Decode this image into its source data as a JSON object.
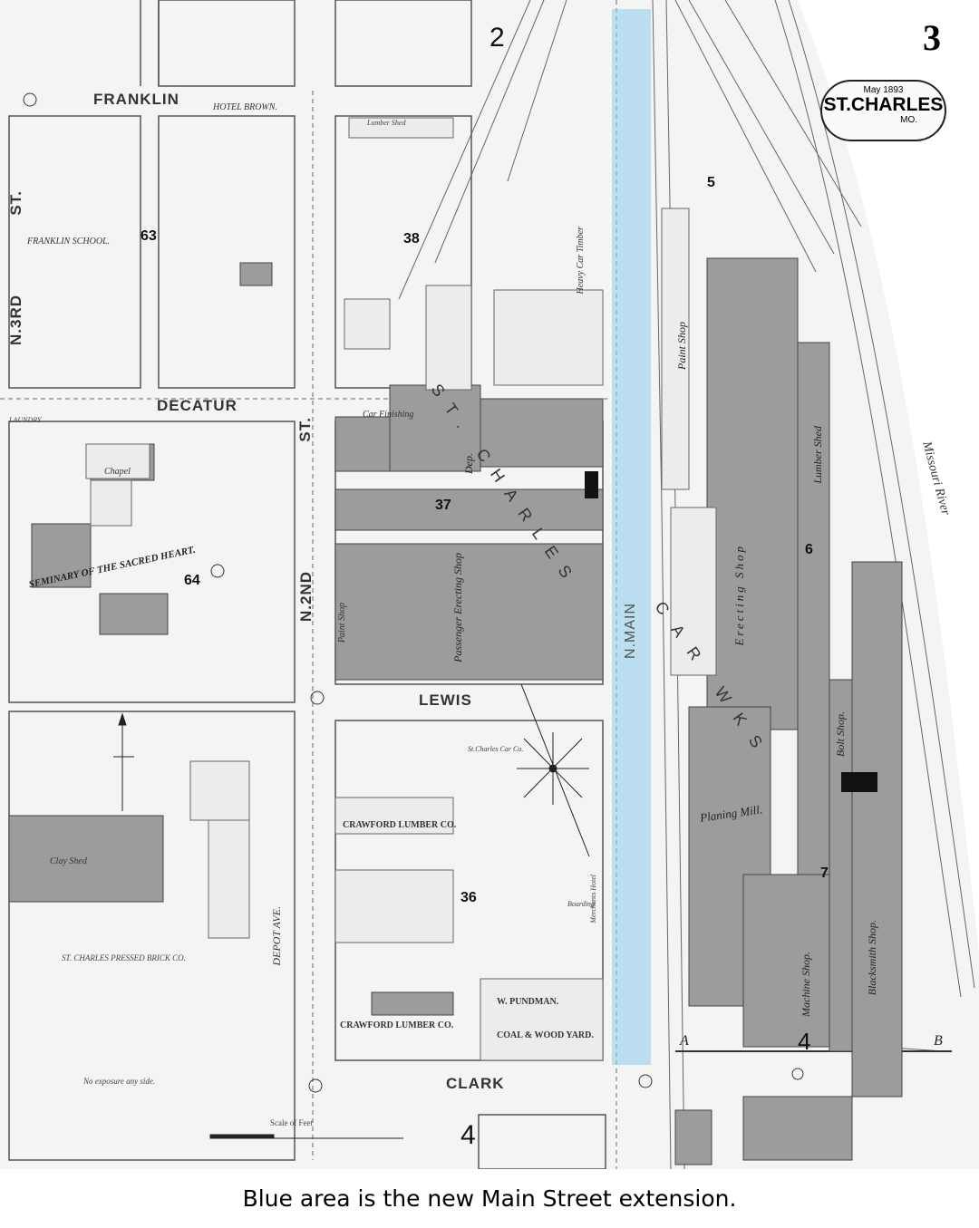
{
  "caption": "Blue area is the new Main Street extension.",
  "map": {
    "sheet_number": "3",
    "badge": {
      "date": "May 1893",
      "city": "ST.CHARLES",
      "state": "MO."
    },
    "highlight_color": "#8ccdf0",
    "streets": {
      "franklin": "FRANKLIN",
      "decatur": "DECATUR",
      "lewis": "LEWIS",
      "clark": "CLARK",
      "n3rd": "N.3RD",
      "st_left": "ST.",
      "st_mid": "ST.",
      "n2nd": "N.2ND",
      "n_main": "N.MAIN",
      "depot_ave": "DEPOT AVE.",
      "missouri_river": "Missouri River"
    },
    "blocks": [
      "63",
      "38",
      "37",
      "64",
      "36",
      "5",
      "6",
      "7",
      "4",
      "2",
      "4"
    ],
    "labels": {
      "hotel_brown": "HOTEL BROWN.",
      "franklin_school": "FRANKLIN SCHOOL.",
      "seminary": "SEMINARY OF THE SACRED HEART.",
      "chapel": "Chapel",
      "laundry": "LAUNDRY",
      "lumber_shed": "Lumber Shed",
      "car_finishing": "Car Finishing",
      "passenger_shop": "Passenger Erecting Shop",
      "paint_shop": "Paint Shop",
      "st_charles": "ST. CHARLES",
      "dep": "Dep.",
      "car_works": "CAR WKS",
      "erecting_shop": "Erecting Shop",
      "planing_mill": "Planing Mill.",
      "lumber_shed_r": "Lumber Shed",
      "bolt_shop": "Bolt Shop.",
      "blacksmith_shop": "Blacksmith Shop.",
      "machine_shop": "Machine Shop.",
      "paint_shop_r": "Paint Shop",
      "crawford_lumber": "CRAWFORD LUMBER CO.",
      "crawford_lumber_2": "CRAWFORD LUMBER CO.",
      "w_pundman": "W. PUNDMAN.",
      "coal_wood_yard": "COAL & WOOD YARD.",
      "clay_shed": "Clay Shed",
      "pressed_brick": "ST. CHARLES PRESSED BRICK CO.",
      "no_exposure": "No exposure any side.",
      "scale": "Scale of Feet",
      "boarding": "Boarding",
      "merchants_hotel": "Merchants Hotel",
      "car_co": "St.Charles Car Co.",
      "heavy_car_timber": "Heavy Car Timber",
      "a_marker": "A",
      "b_marker": "B"
    }
  }
}
